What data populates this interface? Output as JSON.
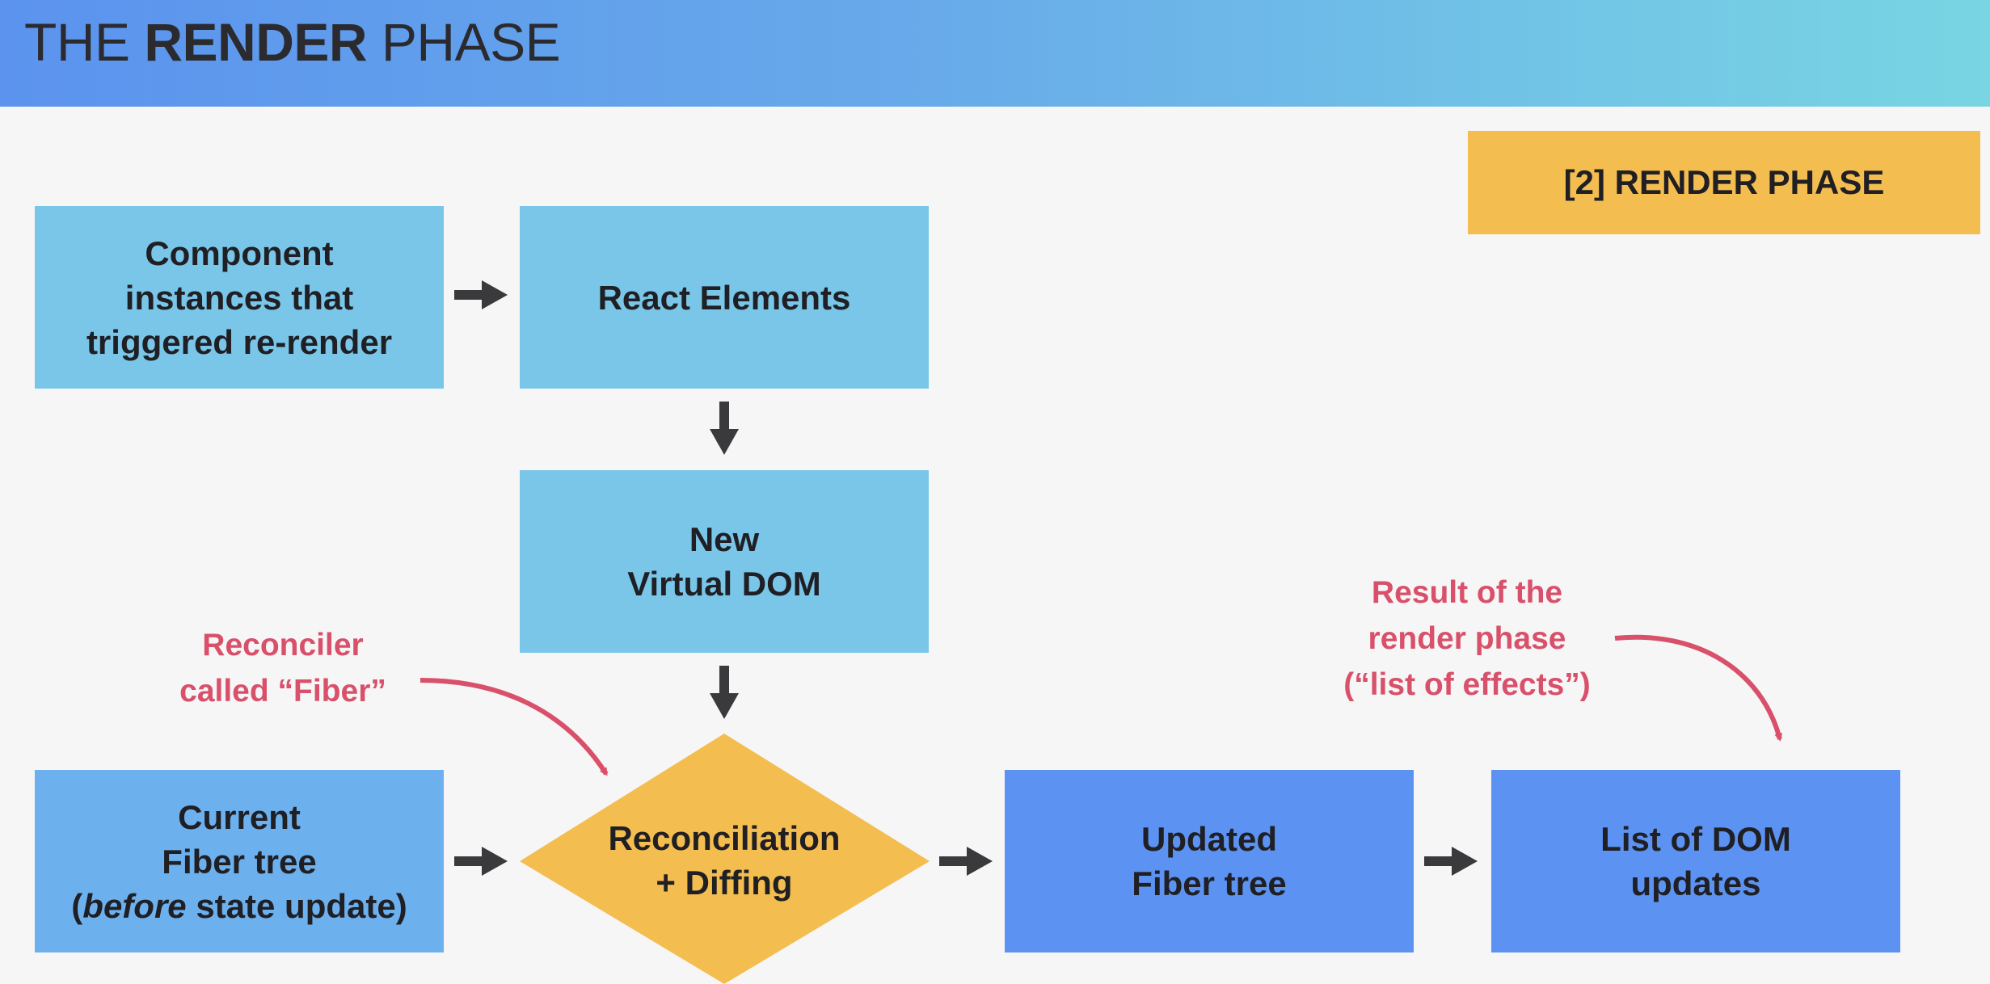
{
  "header": {
    "title_prefix": "THE ",
    "title_bold": "RENDER",
    "title_suffix": " PHASE"
  },
  "badge": {
    "label": "[2] RENDER PHASE"
  },
  "nodes": {
    "component_instances": {
      "lines": [
        "Component",
        "instances that",
        "triggered re-render"
      ]
    },
    "react_elements": {
      "lines": [
        "React Elements"
      ]
    },
    "new_virtual_dom": {
      "lines": [
        "New",
        "Virtual DOM"
      ]
    },
    "current_fiber_tree": {
      "line1": "Current",
      "line2": "Fiber tree",
      "line3_open": "(",
      "line3_italic": "before",
      "line3_rest": " state update)"
    },
    "reconciliation": {
      "lines": [
        "Reconciliation",
        "+ Diffing"
      ]
    },
    "updated_fiber_tree": {
      "lines": [
        "Updated",
        "Fiber tree"
      ]
    },
    "list_of_dom_updates": {
      "lines": [
        "List of DOM",
        "updates"
      ]
    }
  },
  "annotations": {
    "reconciler": {
      "lines": [
        "Reconciler",
        "called “Fiber”"
      ]
    },
    "result": {
      "lines": [
        "Result of the",
        "render phase",
        "(“list of effects”)"
      ]
    }
  },
  "colors": {
    "light_box": "#79c6e9",
    "mid_box": "#6cb0ee",
    "dark_box": "#5c93f2",
    "diamond": "#f4bd4f",
    "badge": "#f4bd4f",
    "annotation": "#d9506a",
    "arrow": "#3a3a3c"
  }
}
